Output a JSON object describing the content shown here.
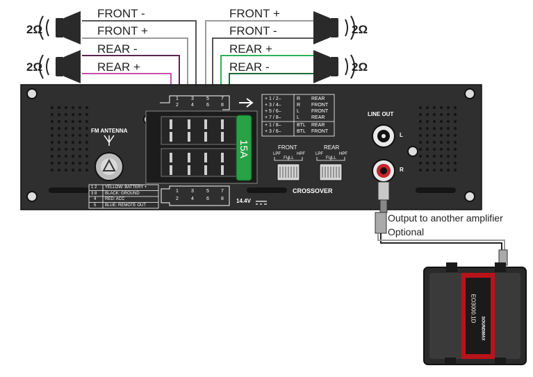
{
  "speakers": {
    "top_left_impedance": "2Ω",
    "bottom_left_impedance": "2Ω",
    "top_right_impedance": "2Ω",
    "bottom_right_impedance": "2Ω"
  },
  "wires": {
    "front_minus_left": "FRONT -",
    "front_plus_left": "FRONT +",
    "rear_minus_left": "REAR -",
    "rear_plus_left": "REAR +",
    "front_plus_right": "FRONT +",
    "front_minus_right": "FRONT -",
    "rear_plus_right": "REAR +",
    "rear_minus_right": "REAR -"
  },
  "head_unit": {
    "fm_antenna": "FM ANTENNA",
    "fuse": "15A",
    "line_out": "LINE OUT",
    "line_out_l": "L",
    "line_out_r": "R",
    "crossover_label": "CROSSOVER",
    "crossover_front": "FRONT",
    "crossover_rear": "REAR",
    "switch_lpf": "LPF",
    "switch_full": "FULL",
    "switch_hpf": "HPF",
    "voltage": "14.4V",
    "top_connector_pins": [
      "1",
      "3",
      "5",
      "7",
      "2",
      "4",
      "6",
      "8"
    ],
    "bottom_connector_pins": [
      "1",
      "3",
      "5",
      "7",
      "2",
      "4",
      "6",
      "8"
    ],
    "power_table": [
      {
        "pins": "1  2",
        "desc": "YELLOW: BATTERY +"
      },
      {
        "pins": "3  8",
        "desc": "BLACK: GROUND"
      },
      {
        "pins": "4",
        "desc": "RED: ACC"
      },
      {
        "pins": "5",
        "desc": "BLUE: REMOTE OUT"
      }
    ],
    "speaker_table": [
      {
        "pins": "+ 1 / 2–",
        "side": "R",
        "ch": "REAR"
      },
      {
        "pins": "+ 3 / 4–",
        "side": "R",
        "ch": "FRONT"
      },
      {
        "pins": "+ 5 / 6–",
        "side": "L",
        "ch": "FRONT"
      },
      {
        "pins": "+ 7 / 8–",
        "side": "L",
        "ch": "REAR"
      },
      {
        "pins": "+ 1 / 8–",
        "side": "BTL",
        "ch": "REAR"
      },
      {
        "pins": "+ 3 / 6–",
        "side": "BTL",
        "ch": "FRONT"
      }
    ]
  },
  "output_note": {
    "line1": "Output to another amplifier",
    "line2": "Optional"
  },
  "amplifier": {
    "model": "EO3000.1D",
    "brand": "SOUNDMAX"
  },
  "colors": {
    "front_pair": "#8a8a8a",
    "rear_left": "#9b3a86",
    "rear_right": "#1f9a4a",
    "unit_body": "#2f2f2f",
    "fuse": "#27a245"
  }
}
